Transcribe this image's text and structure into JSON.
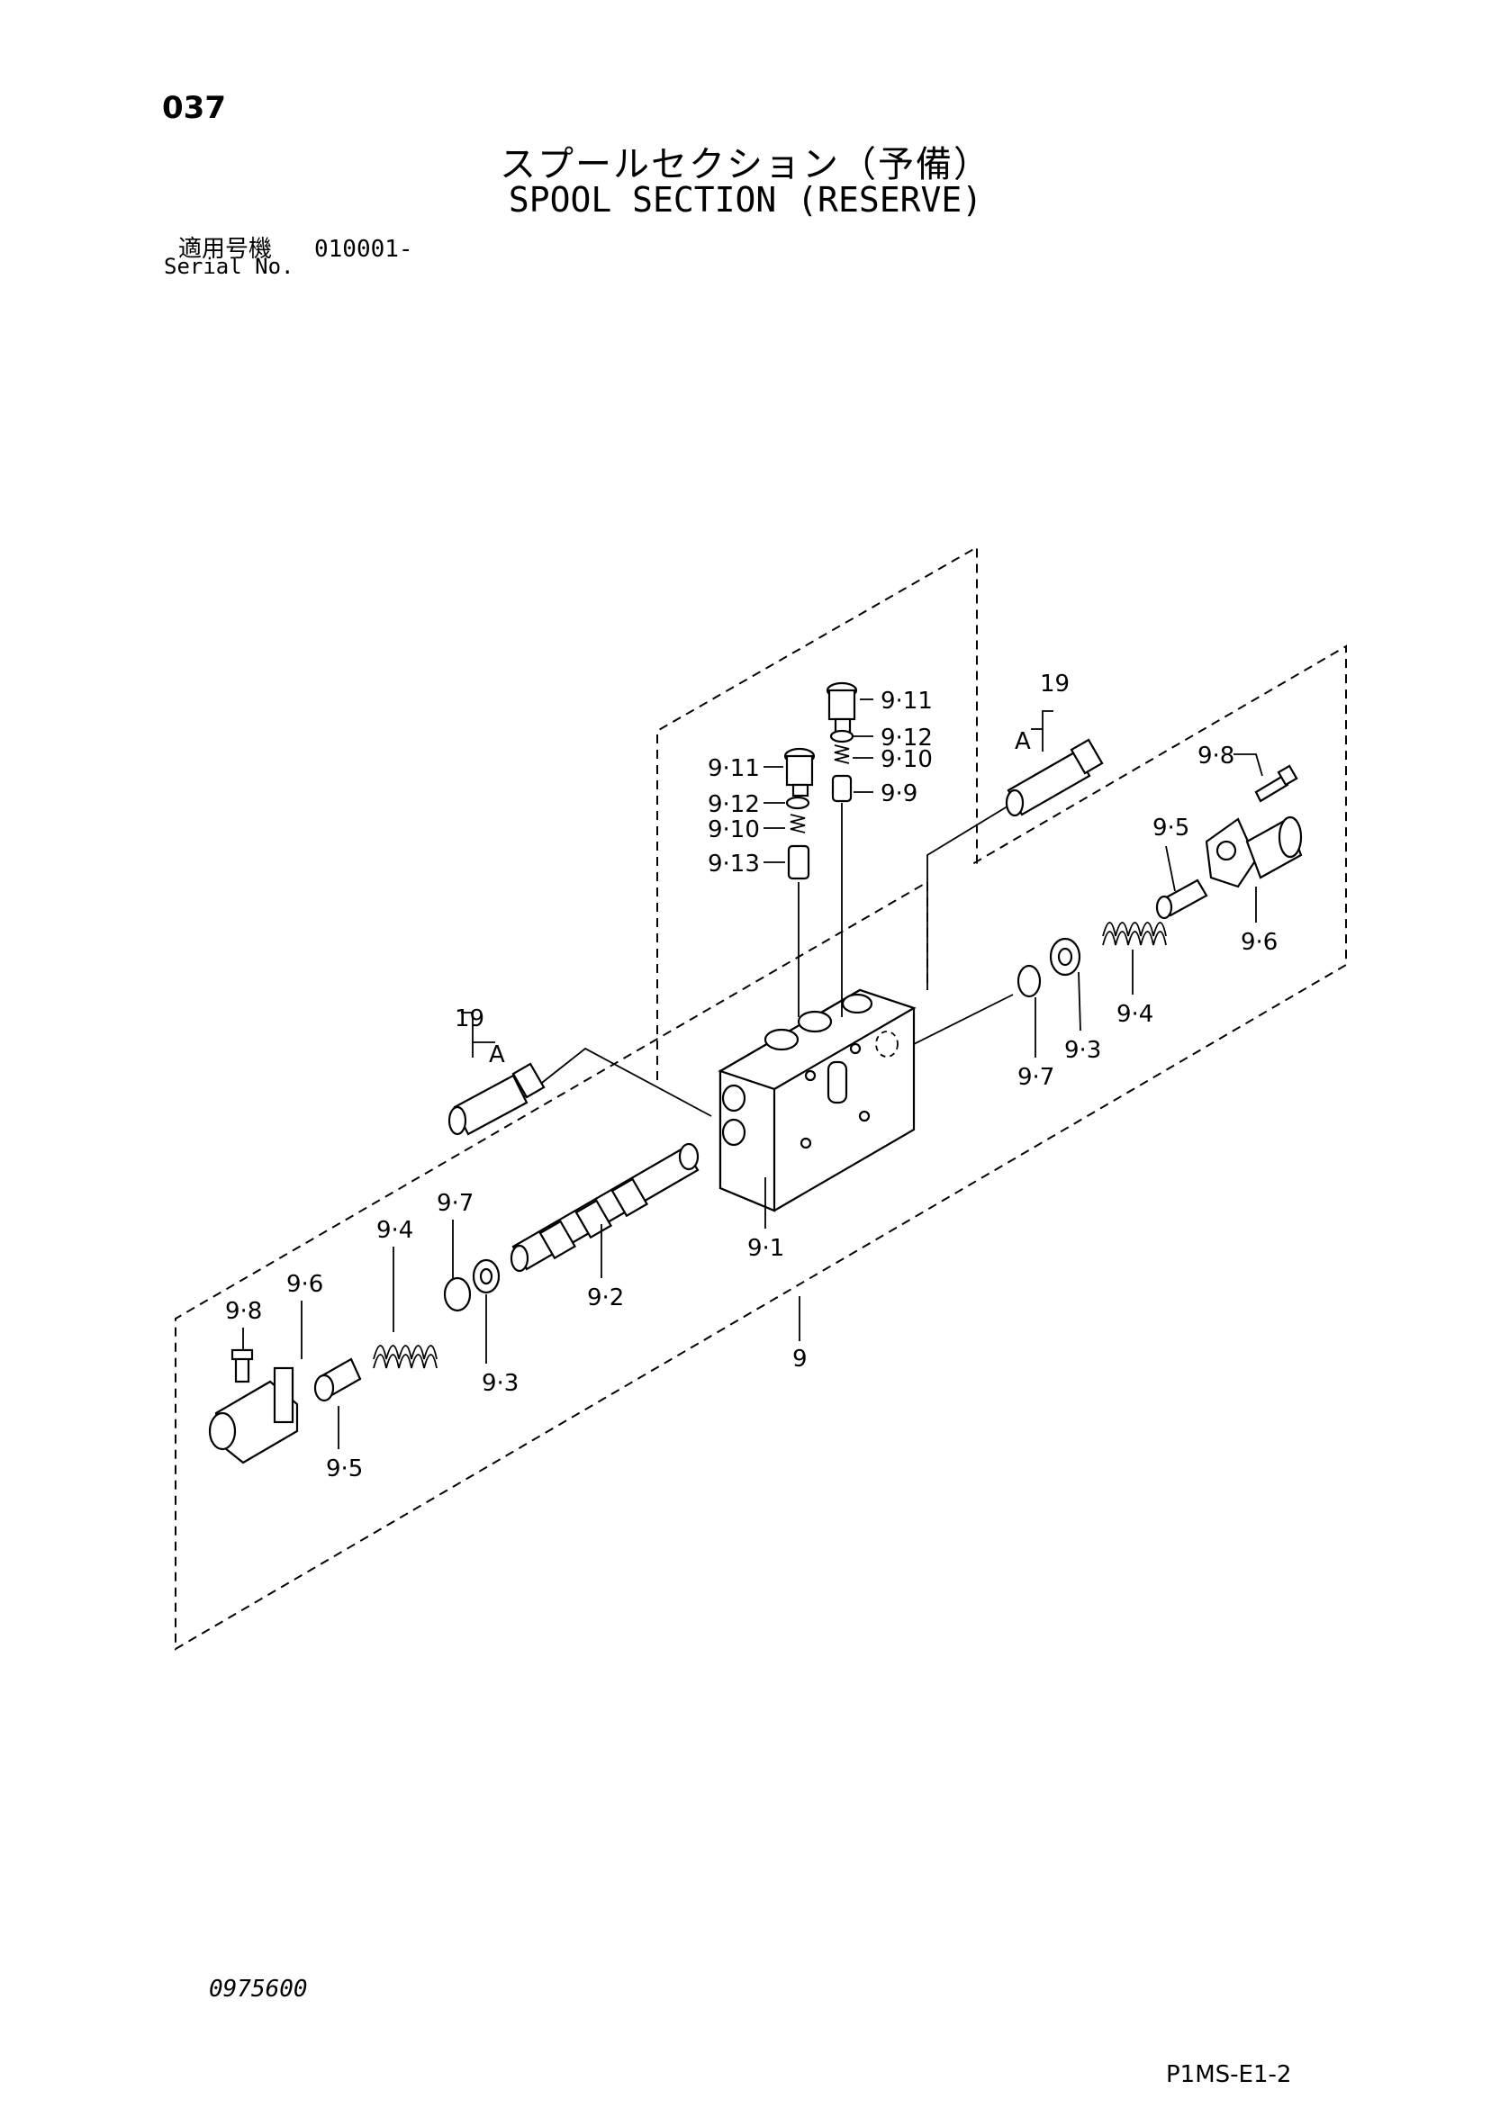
{
  "header": {
    "page_number": "037",
    "title_jp": "スプールセクション（予備）",
    "title_en": "SPOOL SECTION (RESERVE)",
    "serial_label_jp": "適用号機",
    "serial_value": "010001-",
    "serial_label_en": "Serial No."
  },
  "footer": {
    "doc_code": "0975600",
    "page_code": "P1MS-E1-2"
  },
  "callouts": {
    "p9_11_a": "9·11",
    "p9_12_a": "9·12",
    "p9_10_a": "9·10",
    "p9_9": "9·9",
    "p9_11_b": "9·11",
    "p9_12_b": "9·12",
    "p9_10_b": "9·10",
    "p9_13": "9·13",
    "p19_right": "19",
    "pA_right": "A",
    "p9_8_right": "9·8",
    "p9_5_right": "9·5",
    "p9_6_right": "9·6",
    "p9_4_right": "9·4",
    "p9_3_right": "9·3",
    "p9_7_right": "9·7",
    "p19_left": "19",
    "pA_left": "A",
    "p9_1": "9·1",
    "p9_2": "9·2",
    "p9_7_left": "9·7",
    "p9_4_left": "9·4",
    "p9_3_left": "9·3",
    "p9_6_left": "9·6",
    "p9_8_left": "9·8",
    "p9_5_left": "9·5",
    "p9": "9"
  }
}
